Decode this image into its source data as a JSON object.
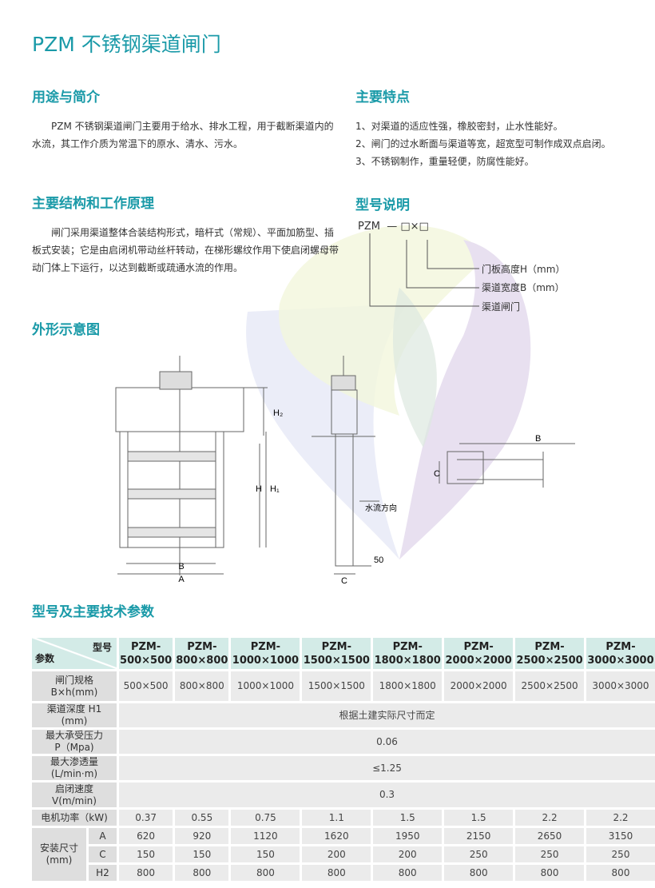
{
  "title": "PZM 不锈钢渠道闸门",
  "usage": {
    "heading": "用途与简介",
    "text": "PZM 不锈钢渠道闸门主要用于给水、排水工程，用于截断渠道内的水流，其工作介质为常温下的原水、清水、污水。"
  },
  "structure": {
    "heading": "主要结构和工作原理",
    "text": "闸门采用渠道整体合装结构形式，暗杆式（常规）、平面加筋型、插板式安装；它是由启闭机带动丝杆转动，在梯形螺纹作用下使启闭螺母带动门体上下运行，以达到截断或疏通水流的作用。"
  },
  "features": {
    "heading": "主要特点",
    "items": [
      "1、对渠道的适应性强，橡胶密封，止水性能好。",
      "2、闸门的过水断面与渠道等宽，超宽型可制作成双点启闭。",
      "3、不锈钢制作，重量轻便，防腐性能好。"
    ]
  },
  "model": {
    "heading": "型号说明",
    "code": "PZM",
    "code_suffix": "— □×□",
    "labels": [
      "门板高度H（mm）",
      "渠道宽度B（mm）",
      "渠道闸门"
    ]
  },
  "drawing": {
    "heading": "外形示意图",
    "labels": {
      "B": "B",
      "A": "A",
      "H": "H",
      "H1": "H₁",
      "H2": "H₂",
      "C": "C",
      "fifty": "50",
      "flow": "水流方向"
    }
  },
  "params": {
    "heading": "型号及主要技术参数",
    "corner_model": "型号",
    "corner_param": "参数",
    "models": [
      [
        "PZM-",
        "500×500"
      ],
      [
        "PZM-",
        "800×800"
      ],
      [
        "PZM-",
        "1000×1000"
      ],
      [
        "PZM-",
        "1500×1500"
      ],
      [
        "PZM-",
        "1800×1800"
      ],
      [
        "PZM-",
        "2000×2000"
      ],
      [
        "PZM-",
        "2500×2500"
      ],
      [
        "PZM-",
        "3000×3000"
      ]
    ],
    "spec_label": [
      "闸门规格",
      "B×h(mm)"
    ],
    "spec": [
      "500×500",
      "800×800",
      "1000×1000",
      "1500×1500",
      "1800×1800",
      "2000×2000",
      "2500×2500",
      "3000×3000"
    ],
    "depth_label": [
      "渠道深度 H1",
      "(mm)"
    ],
    "depth": "根据土建实际尺寸而定",
    "pressure_label": [
      "最大承受压力",
      "P（Mpa)"
    ],
    "pressure": "0.06",
    "leak_label": [
      "最大渗透量",
      "(L/min·m)"
    ],
    "leak": "≤1.25",
    "speed_label": [
      "启闭速度",
      "V(m/min)"
    ],
    "speed": "0.3",
    "power_label": "电机功率（kW)",
    "power": [
      "0.37",
      "0.55",
      "0.75",
      "1.1",
      "1.5",
      "1.5",
      "2.2",
      "2.2"
    ],
    "install_label": [
      "安装尺寸",
      "(mm)"
    ],
    "A_label": "A",
    "A": [
      "620",
      "920",
      "1120",
      "1620",
      "1950",
      "2150",
      "2650",
      "3150"
    ],
    "C_label": "C",
    "C": [
      "150",
      "150",
      "150",
      "200",
      "200",
      "250",
      "250",
      "250"
    ],
    "H2_label": "H2",
    "H2": [
      "800",
      "800",
      "800",
      "800",
      "800",
      "800",
      "800",
      "800"
    ]
  }
}
